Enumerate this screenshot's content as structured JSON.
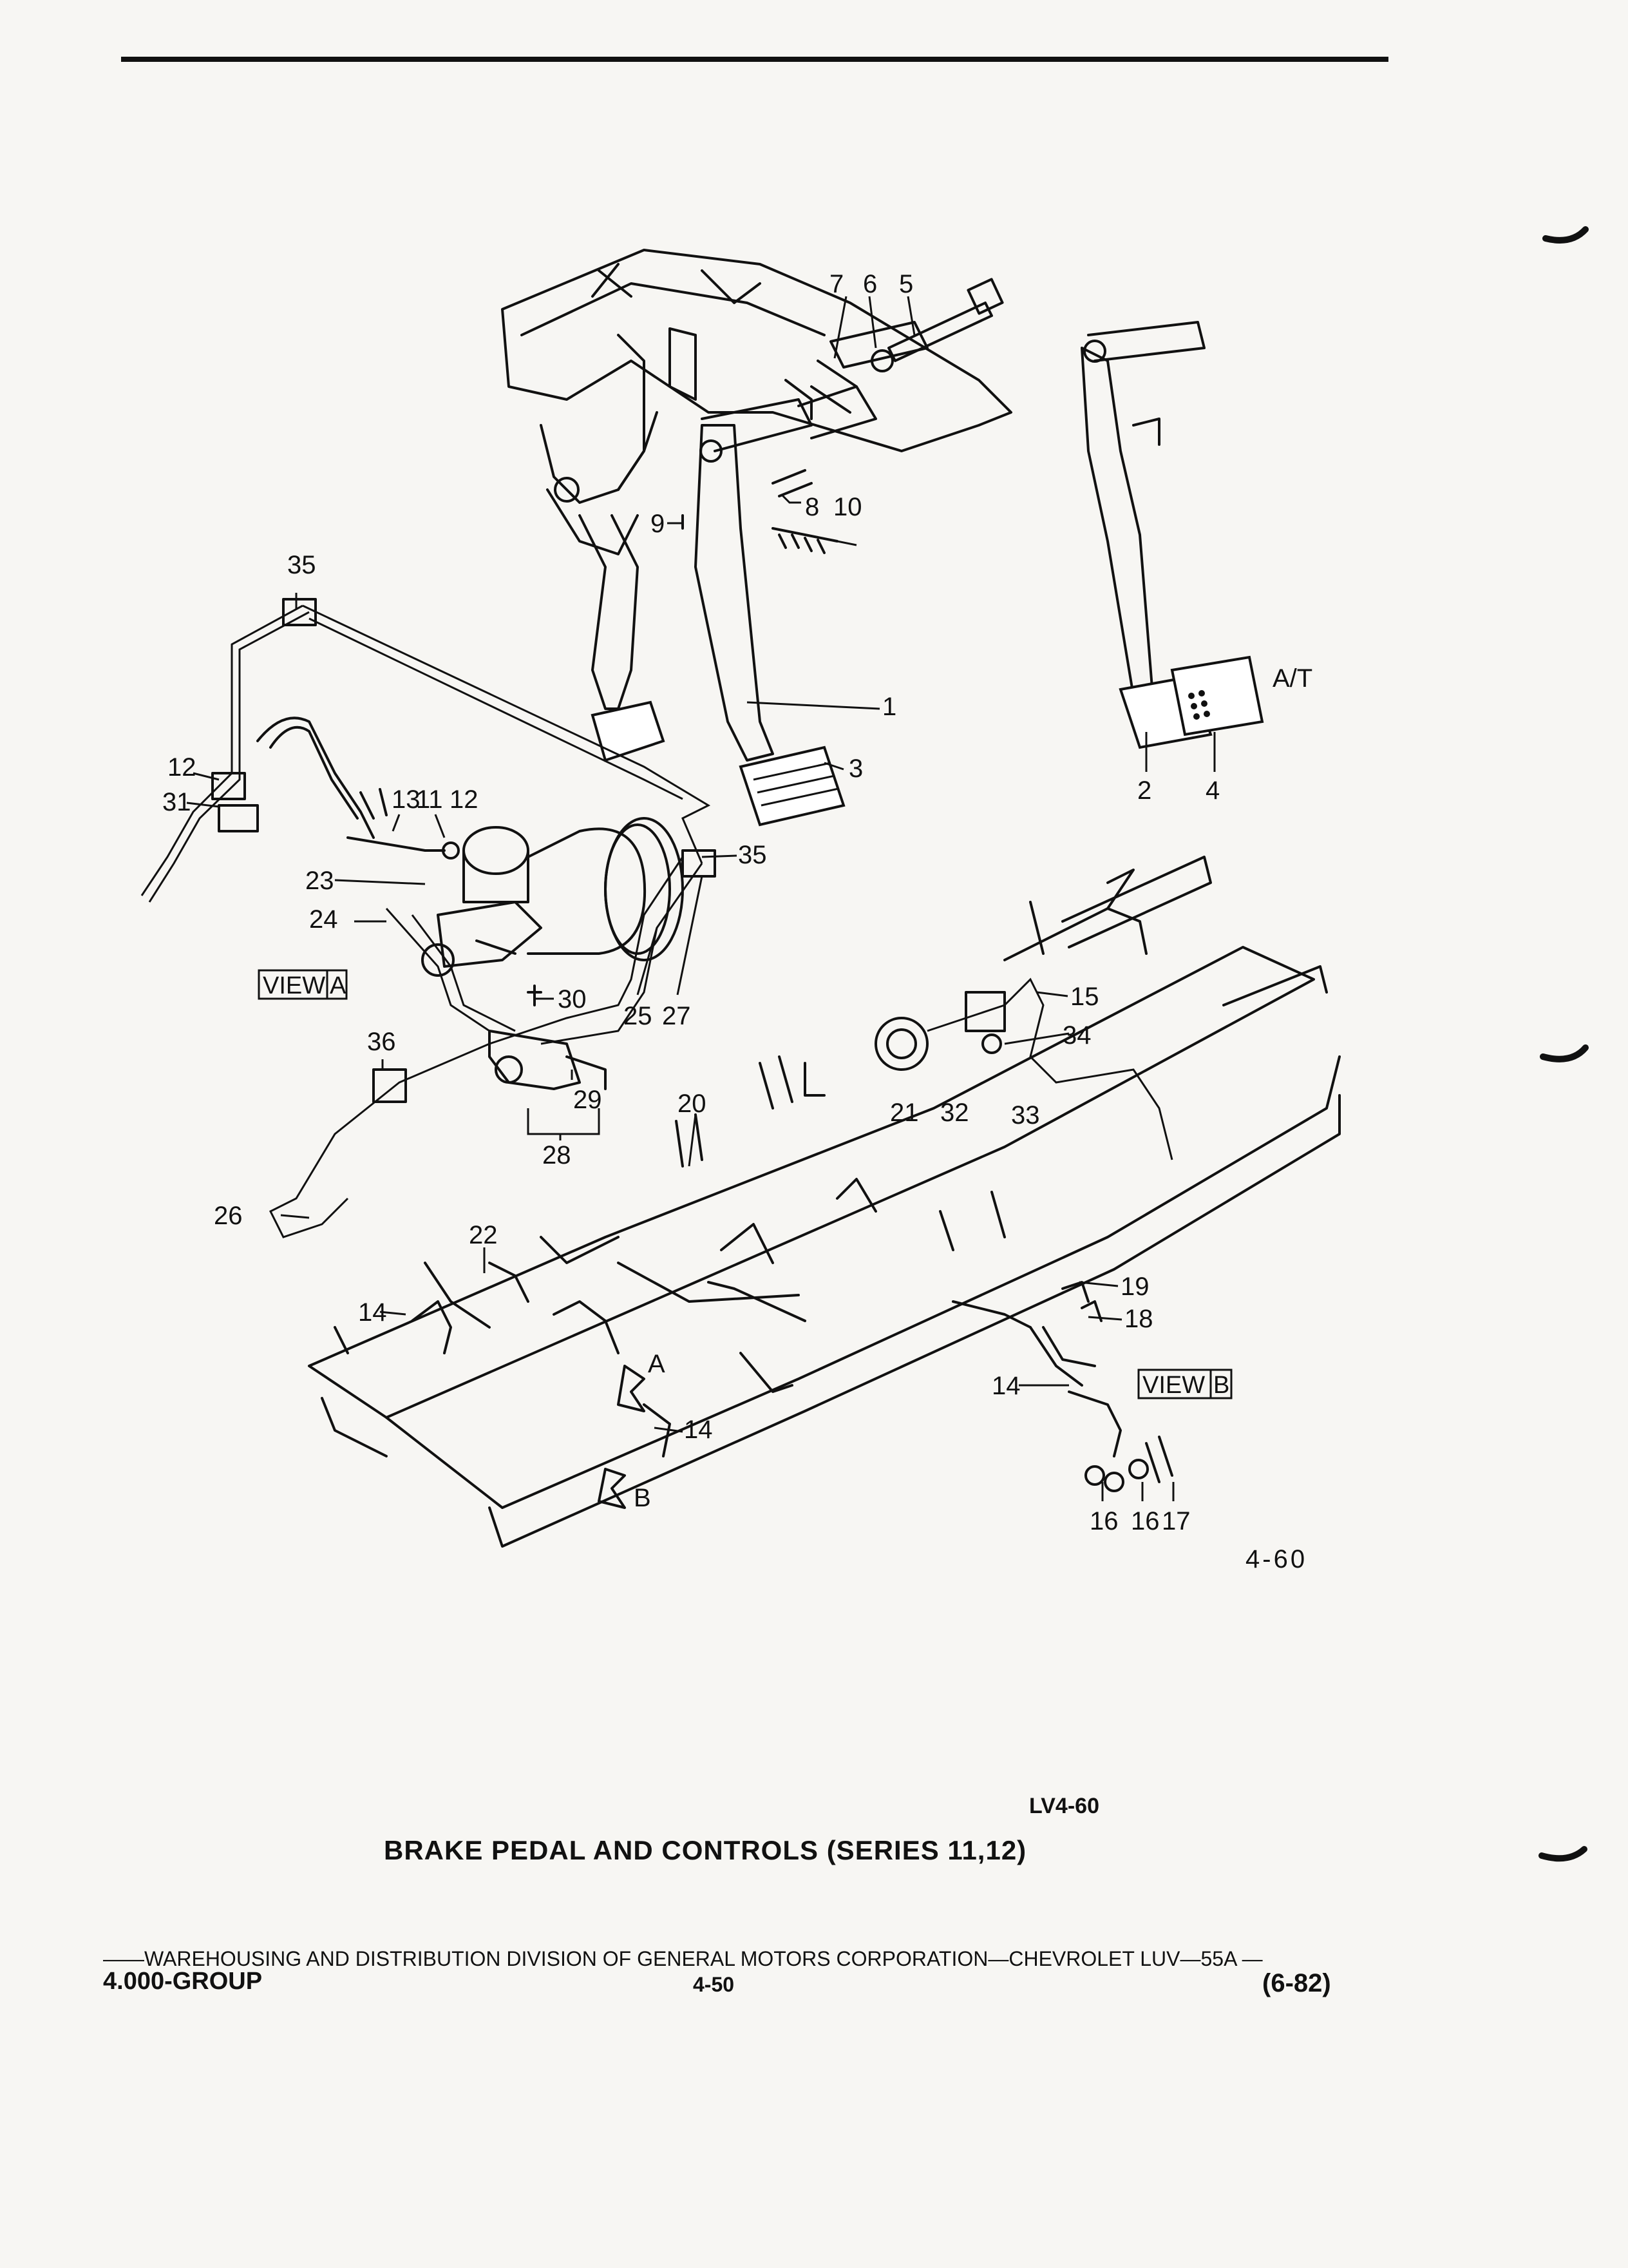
{
  "callouts": {
    "c1": "1",
    "c2": "2",
    "c3": "3",
    "c4": "4",
    "c5": "5",
    "c6": "6",
    "c7": "7",
    "c8": "8",
    "c9": "9",
    "c10": "10",
    "c11": "11",
    "c12a": "12",
    "c12b": "12",
    "c13": "13",
    "c14a": "14",
    "c14b": "14",
    "c14c": "14",
    "c15": "15",
    "c16a": "16",
    "c16b": "16",
    "c17": "17",
    "c18": "18",
    "c19": "19",
    "c20": "20",
    "c21": "21",
    "c22": "22",
    "c23": "23",
    "c24": "24",
    "c25": "25",
    "c26": "26",
    "c27": "27",
    "c28": "28",
    "c29": "29",
    "c30": "30",
    "c31": "31",
    "c32": "32",
    "c33": "33",
    "c34": "34",
    "c35a": "35",
    "c35b": "35",
    "c36": "36",
    "at": "A/T",
    "arrow_a": "A",
    "arrow_b": "B"
  },
  "view_labels": {
    "view_a": "VIEW",
    "view_a_letter": "A",
    "view_b": "VIEW",
    "view_b_letter": "B"
  },
  "figure_number": "4-60",
  "reference_code": "LV4-60",
  "title": "BRAKE PEDAL AND CONTROLS (SERIES 11,12)",
  "footer": {
    "line": "——WAREHOUSING AND DISTRIBUTION  DIVISION OF GENERAL MOTORS CORPORATION—CHEVROLET LUV—55A  —",
    "group": "4.000-GROUP",
    "page": "4-50",
    "date": "(6-82)"
  }
}
